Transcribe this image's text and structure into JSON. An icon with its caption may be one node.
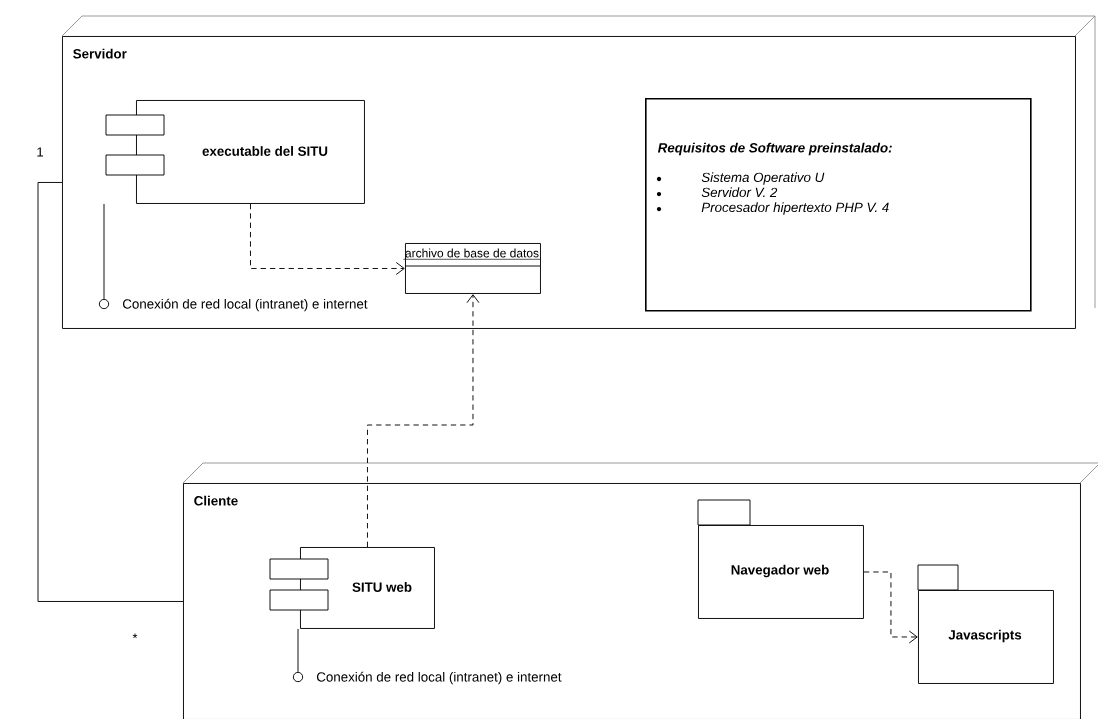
{
  "diagram": {
    "nodes": [
      {
        "text": [
          "Servidor"
        ]
      },
      {
        "text": [
          "executable del SITU"
        ],
        "in": 0
      },
      {
        "text": [
          "archivo de base de datos"
        ],
        "in": 0
      },
      {
        "text": [
          "Requisitos de Software preinstalado:",
          "Sistema Operativo U",
          "Servidor V. 2",
          "Procesador hipertexto PHP V. 4"
        ],
        "in": 0
      },
      {
        "text": [],
        "shape": "circle",
        "beside": [
          "Conexión de red local (intranet) e internet"
        ],
        "in": 0
      },
      {
        "text": [
          "Cliente"
        ]
      },
      {
        "text": [
          "SITU web"
        ],
        "in": 5
      },
      {
        "text": [],
        "shape": "circle",
        "beside": [
          "Conexión de red local (intranet) e internet"
        ],
        "in": 5
      },
      {
        "text": [
          "Navegador web"
        ],
        "in": 5
      },
      {
        "text": [
          "Javascripts"
        ],
        "in": 5
      }
    ],
    "edges": [
      {
        "from": 1,
        "to": 2,
        "arrow": "to",
        "style": "dashed"
      },
      {
        "from": 1,
        "to": 4,
        "arrow": "none"
      },
      {
        "from": 6,
        "to": 2,
        "arrow": "to",
        "style": "dashed"
      },
      {
        "from": 6,
        "to": 7,
        "arrow": "none"
      },
      {
        "from": 8,
        "to": 9,
        "arrow": "to",
        "style": "dashed"
      },
      {
        "from": 0,
        "to": 5,
        "arrow": "none"
      }
    ],
    "labels": [
      "1",
      "*"
    ]
  }
}
